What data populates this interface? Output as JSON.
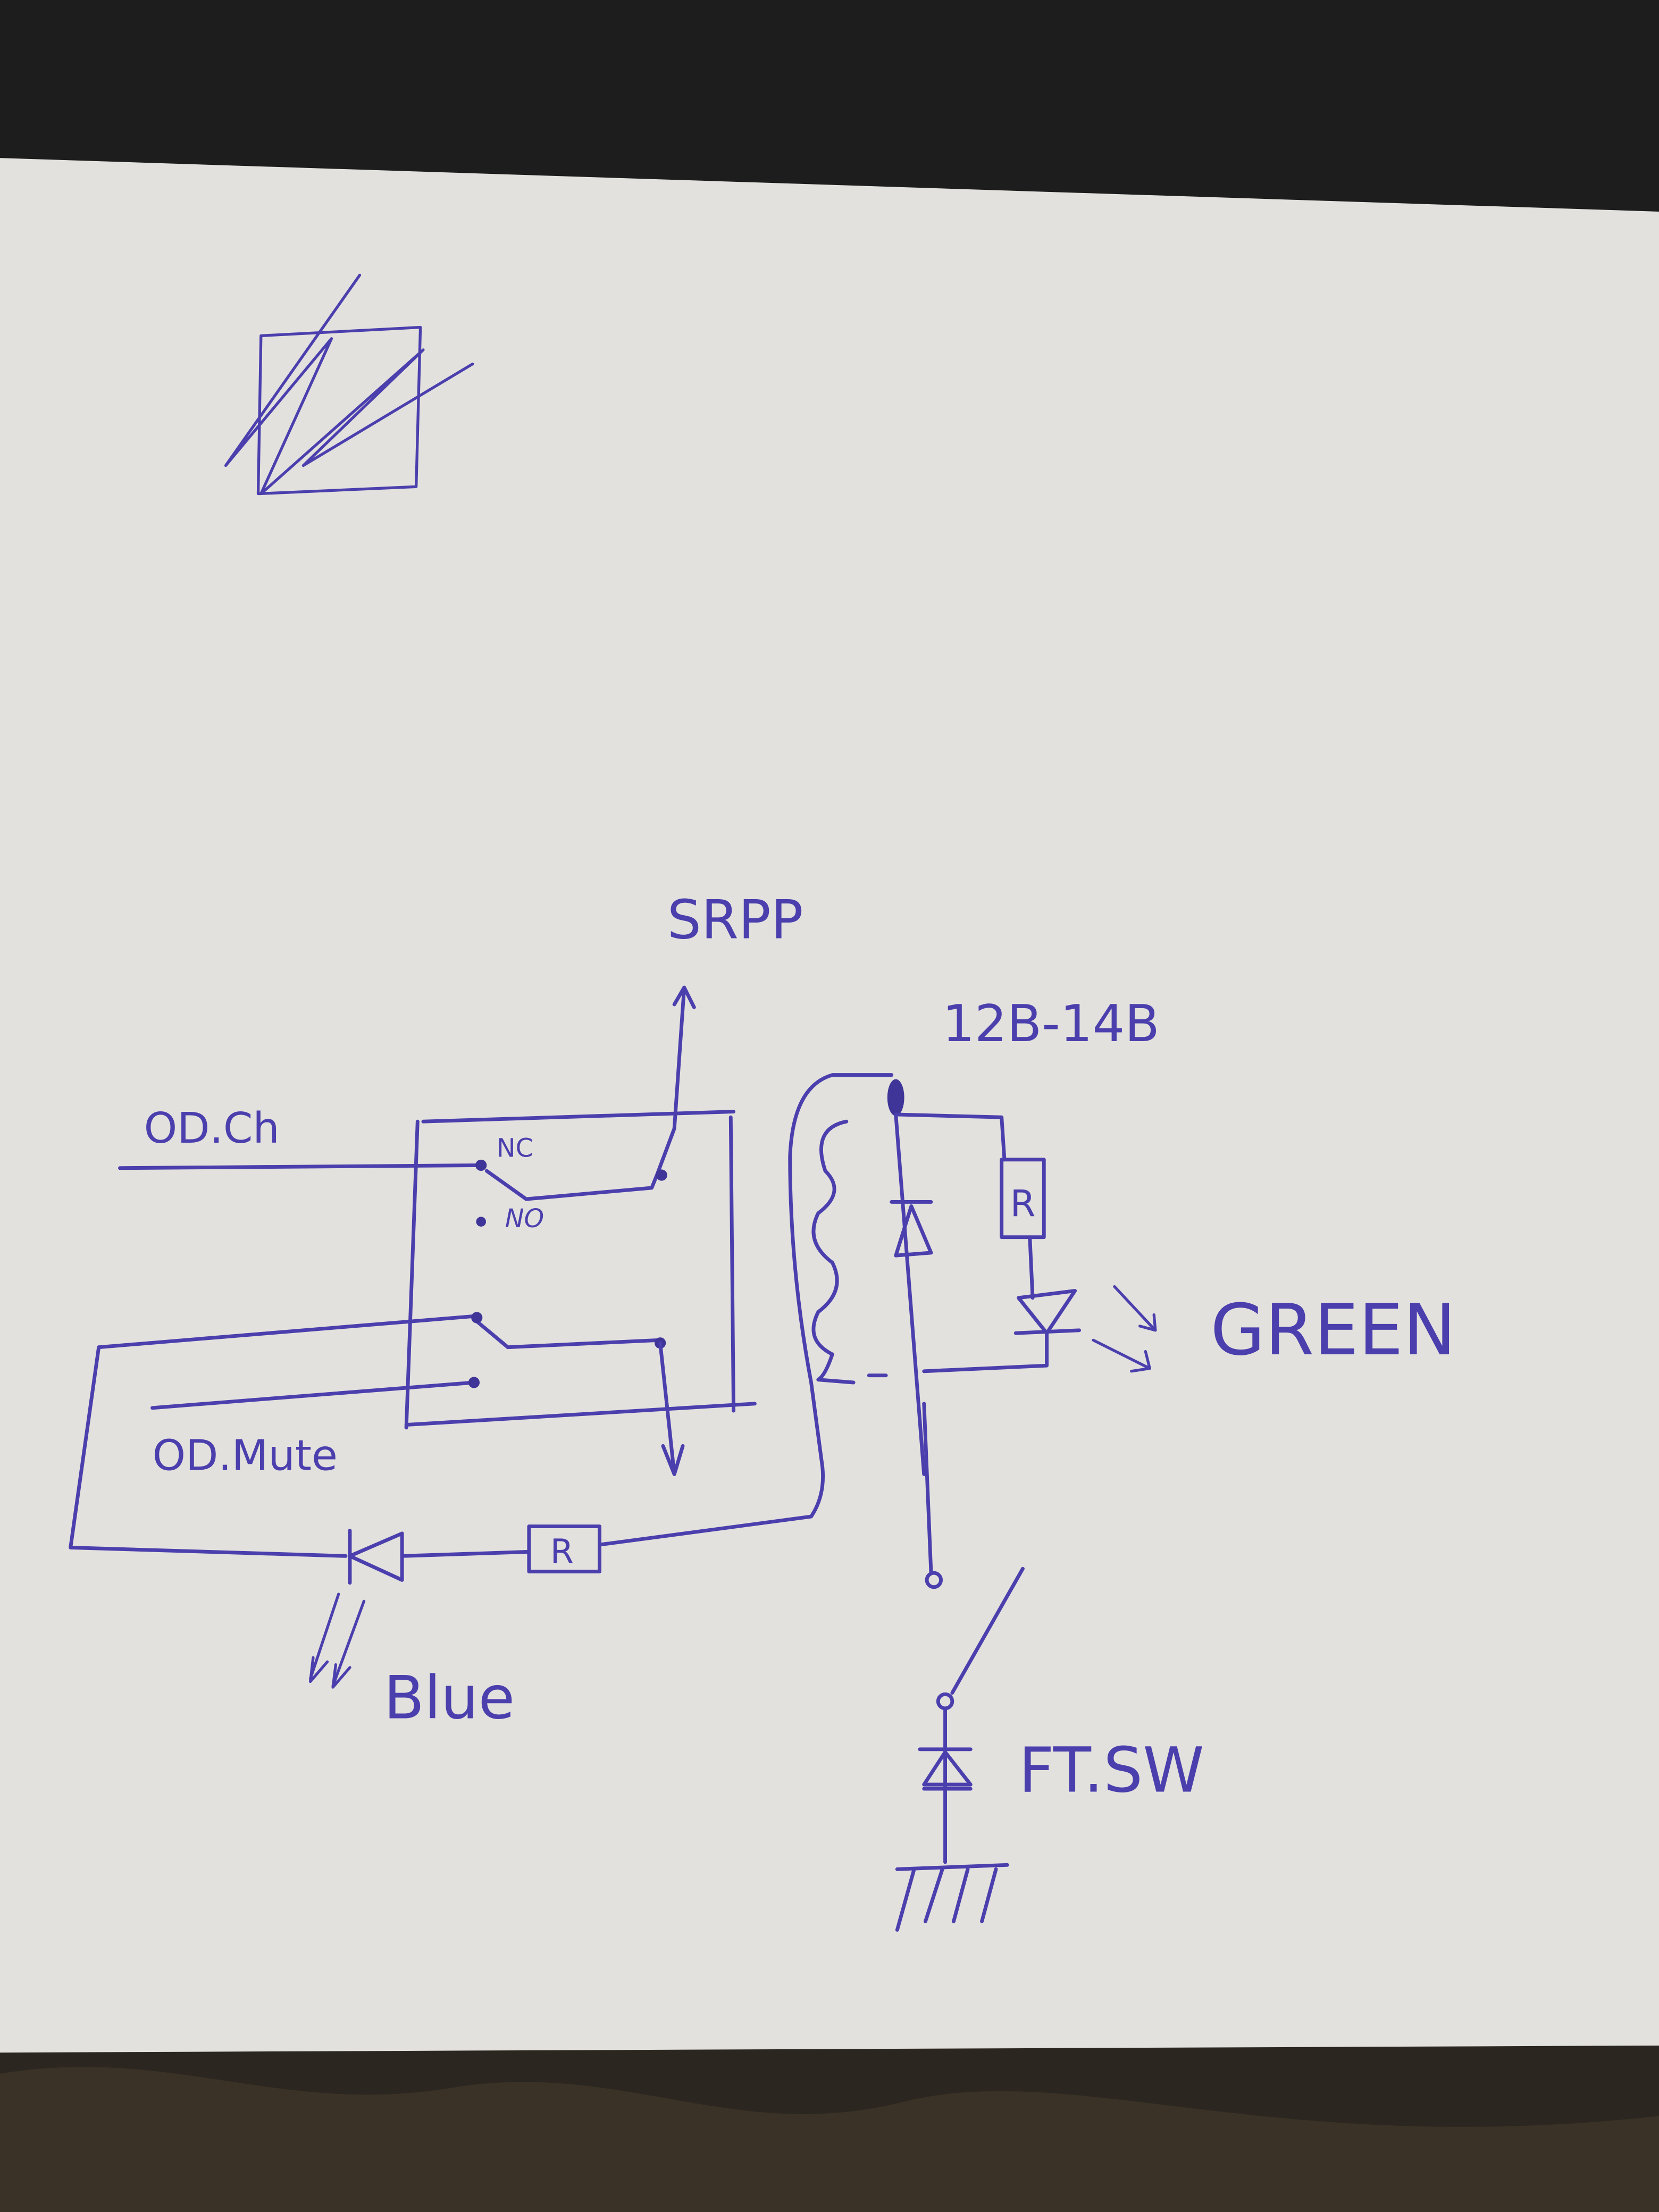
{
  "diagram": {
    "kind": "hand-drawn relay footswitch schematic",
    "colors": {
      "ink": "#4b3fae",
      "paper": "#e3e1dd",
      "background_top": "#1e1e1e",
      "background_bottom": "#2a2620"
    },
    "labels": {
      "od_ch": "OD.Ch",
      "nc": "NC",
      "no": "NO",
      "od_mute": "OD.Mute",
      "srpp": "SRPP",
      "voltage": "12B-14B",
      "resistor_led_green": "R",
      "resistor_led_blue": "R",
      "green": "GREEN",
      "blue": "Blue",
      "ft_sw": "FT.SW"
    }
  }
}
